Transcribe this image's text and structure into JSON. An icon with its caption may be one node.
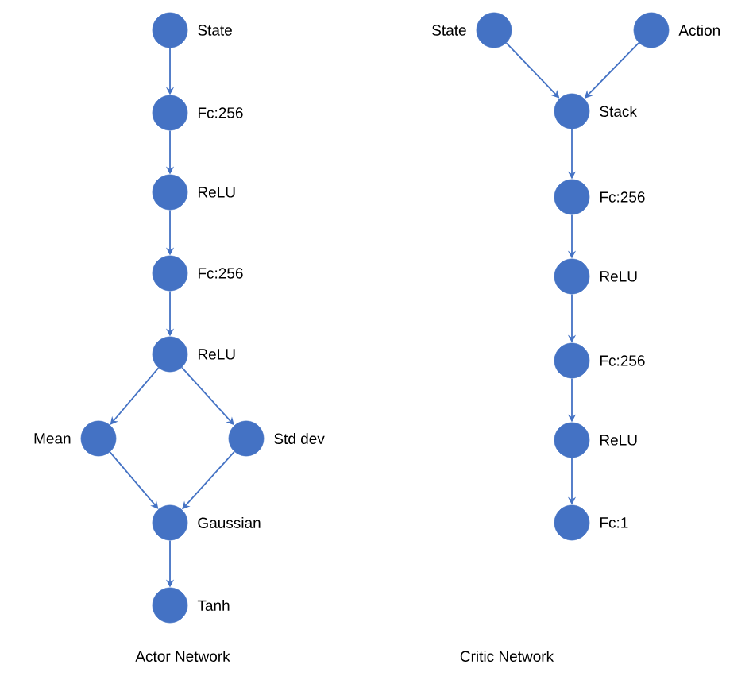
{
  "diagram": {
    "nodes": [
      {
        "text": [],
        "shape": "circle",
        "beside": [
          "State"
        ]
      },
      {
        "text": [],
        "shape": "circle",
        "beside": [
          "Fc:256"
        ]
      },
      {
        "text": [],
        "shape": "circle",
        "beside": [
          "ReLU"
        ]
      },
      {
        "text": [],
        "shape": "circle",
        "beside": [
          "Fc:256"
        ]
      },
      {
        "text": [],
        "shape": "circle",
        "beside": [
          "ReLU"
        ]
      },
      {
        "text": [],
        "shape": "circle",
        "beside": [
          "Mean"
        ]
      },
      {
        "text": [],
        "shape": "circle",
        "beside": [
          "Std dev"
        ]
      },
      {
        "text": [],
        "shape": "circle",
        "beside": [
          "Gaussian"
        ]
      },
      {
        "text": [],
        "shape": "circle",
        "beside": [
          "Tanh"
        ]
      },
      {
        "text": [],
        "shape": "circle",
        "beside": [
          "State"
        ]
      },
      {
        "text": [],
        "shape": "circle",
        "beside": [
          "Action"
        ]
      },
      {
        "text": [],
        "shape": "circle",
        "beside": [
          "Stack"
        ]
      },
      {
        "text": [],
        "shape": "circle",
        "beside": [
          "Fc:256"
        ]
      },
      {
        "text": [],
        "shape": "circle",
        "beside": [
          "ReLU"
        ]
      },
      {
        "text": [],
        "shape": "circle",
        "beside": [
          "Fc:256"
        ]
      },
      {
        "text": [],
        "shape": "circle",
        "beside": [
          "ReLU"
        ]
      },
      {
        "text": [],
        "shape": "circle",
        "beside": [
          "Fc:1"
        ]
      }
    ],
    "edges": [
      {
        "from": 0,
        "to": 1,
        "arrow": "to"
      },
      {
        "from": 1,
        "to": 2,
        "arrow": "to"
      },
      {
        "from": 2,
        "to": 3,
        "arrow": "to"
      },
      {
        "from": 3,
        "to": 4,
        "arrow": "to"
      },
      {
        "from": 4,
        "to": 5,
        "arrow": "to"
      },
      {
        "from": 4,
        "to": 6,
        "arrow": "to"
      },
      {
        "from": 5,
        "to": 7,
        "arrow": "to"
      },
      {
        "from": 6,
        "to": 7,
        "arrow": "to"
      },
      {
        "from": 7,
        "to": 8,
        "arrow": "to"
      },
      {
        "from": 9,
        "to": 11,
        "arrow": "to"
      },
      {
        "from": 10,
        "to": 11,
        "arrow": "to"
      },
      {
        "from": 11,
        "to": 12,
        "arrow": "to"
      },
      {
        "from": 12,
        "to": 13,
        "arrow": "to"
      },
      {
        "from": 13,
        "to": 14,
        "arrow": "to"
      },
      {
        "from": 14,
        "to": 15,
        "arrow": "to"
      },
      {
        "from": 15,
        "to": 16,
        "arrow": "to"
      }
    ],
    "labels": [
      "Actor Network",
      "Critic Network"
    ]
  }
}
